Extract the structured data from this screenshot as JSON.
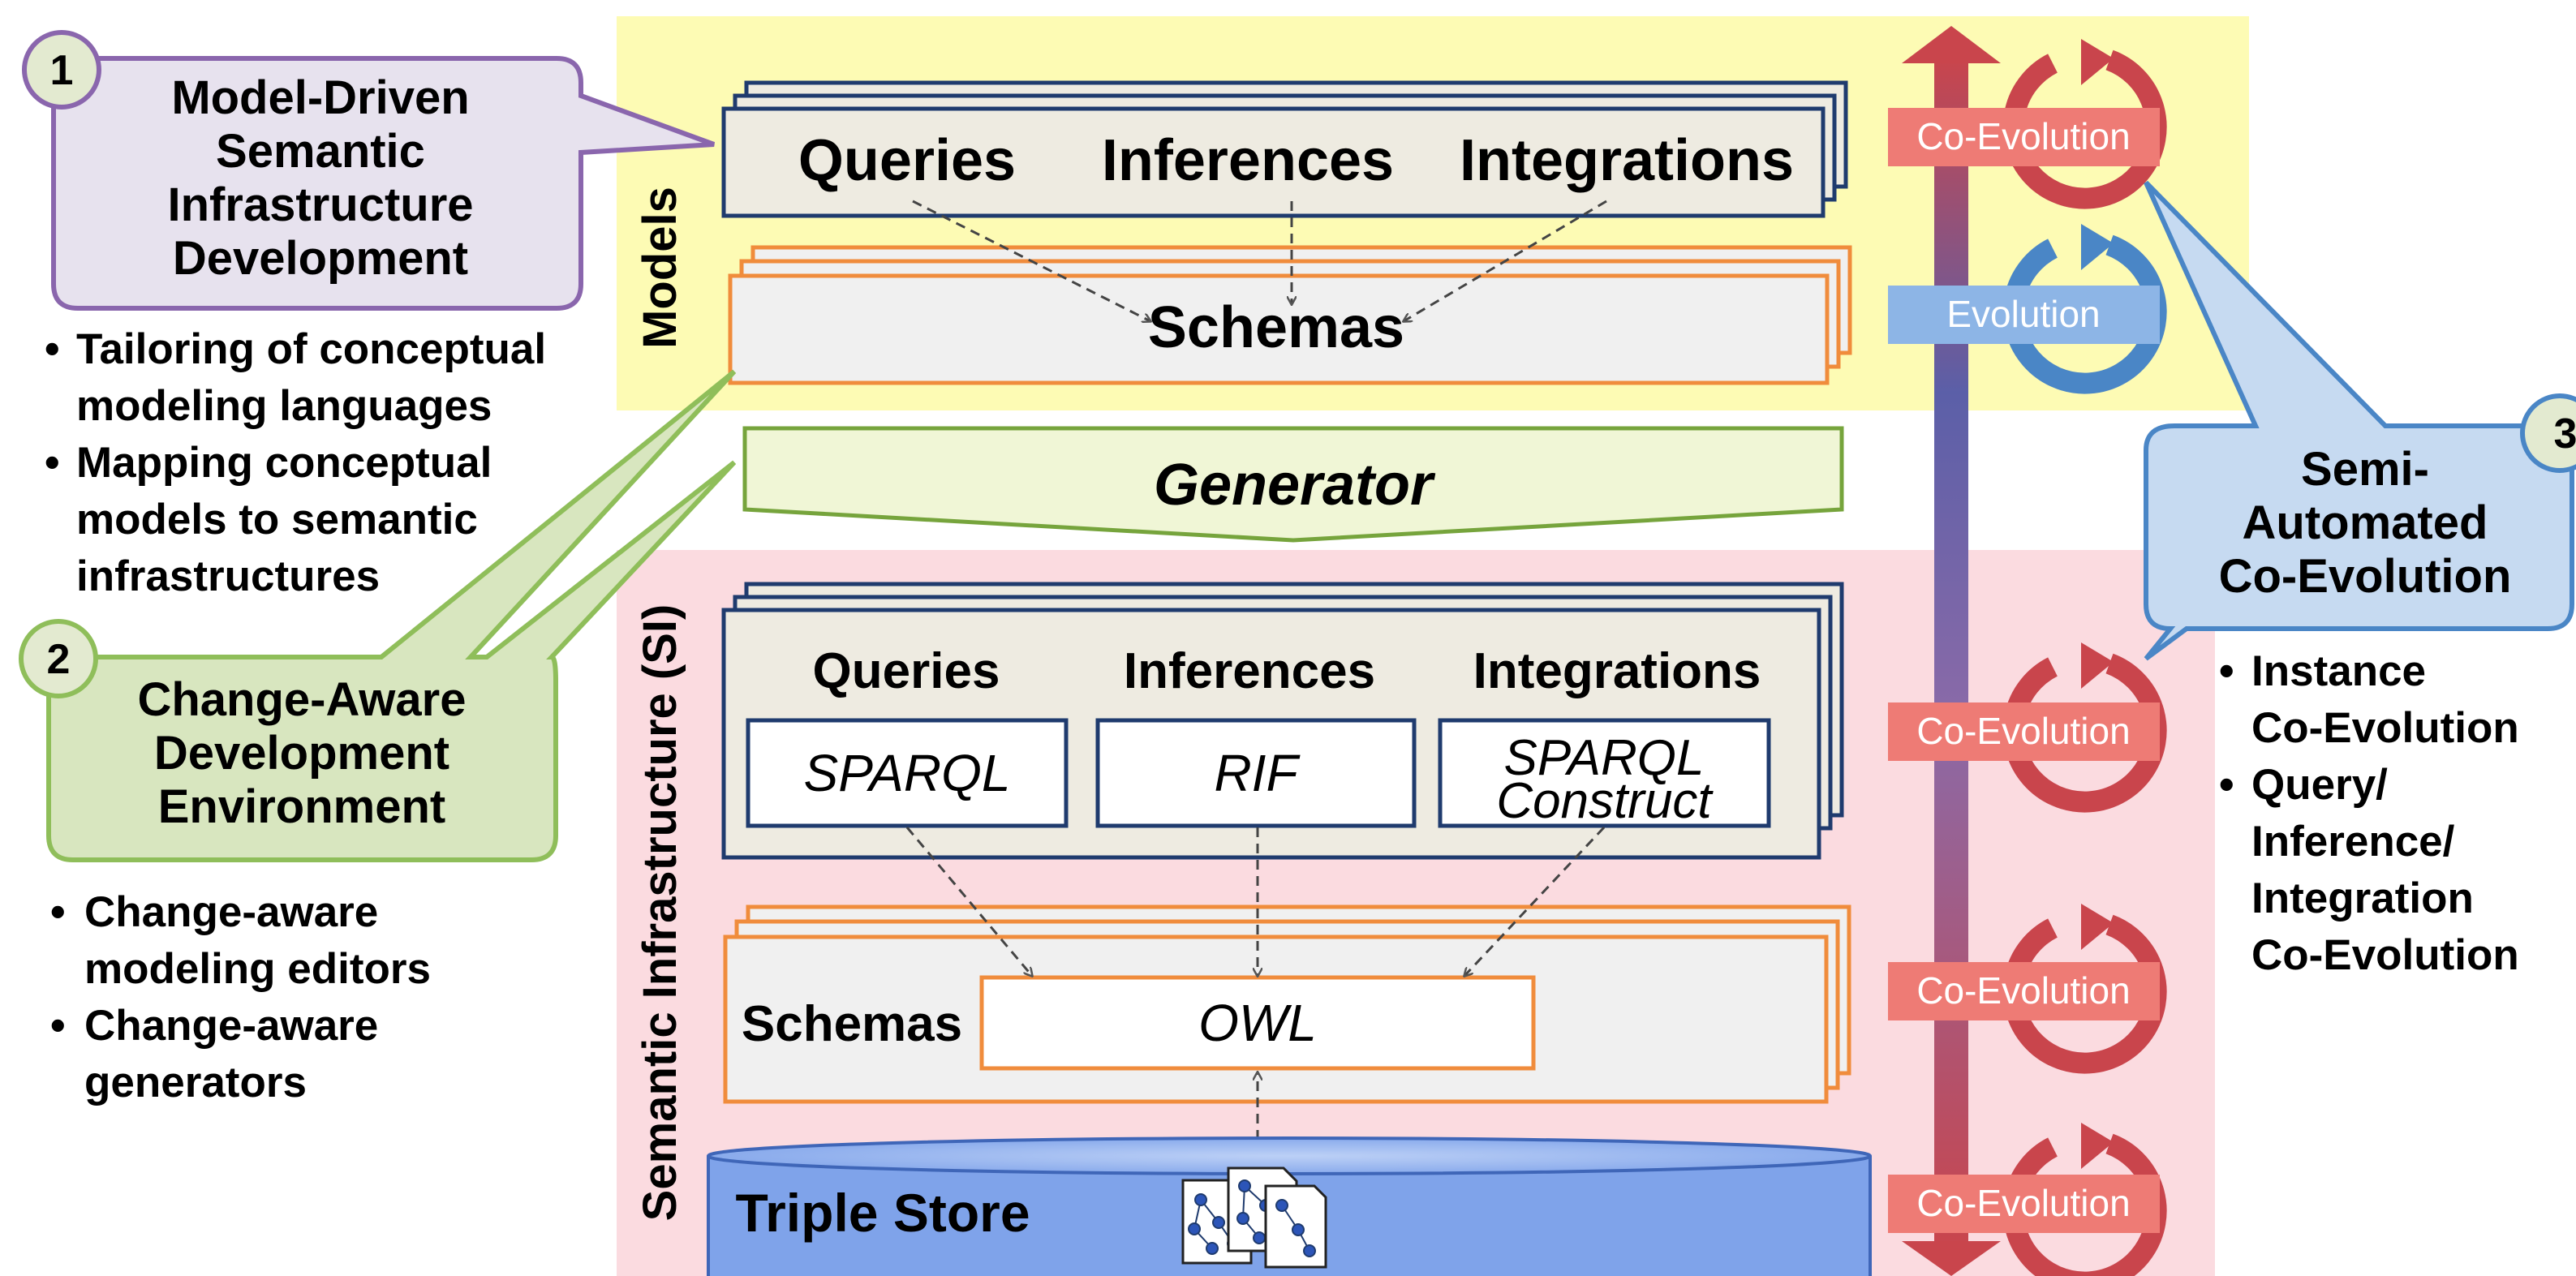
{
  "colors": {
    "models_band": "#fdfbb4",
    "si_band": "#fbdbe0",
    "layer_fill": "#eeebe1",
    "layer_stroke": "#1f3b6e",
    "schema_stroke": "#f08c3c",
    "schema_fill": "#f0f0f0",
    "generator_fill": "#f0f6d6",
    "generator_stroke": "#76a43c",
    "triple_store_fill": "#7fa3ea",
    "coevolution_fill": "#ee7b75",
    "evolution_fill": "#8db5e6",
    "red_cycle": "#c9454c",
    "blue_cycle": "#4a86c6",
    "callout_purple": "#e7e2ee",
    "callout_green": "#d8e6bf",
    "callout_blue": "#c6daf1"
  },
  "bands": {
    "models_label": "Models",
    "si_label": "Semantic Infrastructure (SI)"
  },
  "models_layer": {
    "queries": "Queries",
    "inferences": "Inferences",
    "integrations": "Integrations",
    "schemas": "Schemas"
  },
  "generator": {
    "label": "Generator"
  },
  "si_layer": {
    "queries": "Queries",
    "inferences": "Inferences",
    "integrations": "Integrations",
    "sparql": "SPARQL",
    "rif": "RIF",
    "sparql_construct_line1": "SPARQL",
    "sparql_construct_line2": "Construct",
    "schemas": "Schemas",
    "owl": "OWL",
    "triple_store": "Triple Store"
  },
  "evolution_labels": {
    "co_evolution_1": "Co-Evolution",
    "evolution": "Evolution",
    "co_evolution_2": "Co-Evolution",
    "co_evolution_3": "Co-Evolution",
    "co_evolution_4": "Co-Evolution"
  },
  "callout_1": {
    "number": "1",
    "line1": "Model-Driven",
    "line2": "Semantic",
    "line3": "Infrastructure",
    "line4": "Development",
    "bullets": [
      {
        "line1": "Tailoring of conceptual",
        "line2": "modeling languages"
      },
      {
        "line1": "Mapping conceptual",
        "line2": "models to semantic",
        "line3": "infrastructures"
      }
    ]
  },
  "callout_2": {
    "number": "2",
    "line1": "Change-Aware",
    "line2": "Development",
    "line3": "Environment",
    "bullets": [
      {
        "line1": "Change-aware",
        "line2": "modeling editors"
      },
      {
        "line1": "Change-aware",
        "line2": "generators"
      }
    ]
  },
  "callout_3": {
    "number": "3",
    "line1": "Semi-",
    "line2": "Automated",
    "line3": "Co-Evolution",
    "bullets": [
      {
        "line1": "Instance",
        "line2": "Co-Evolution"
      },
      {
        "line1": "Query/",
        "line2": "Inference/",
        "line3": "Integration",
        "line4": "Co-Evolution"
      }
    ]
  },
  "bullet_char": "•"
}
